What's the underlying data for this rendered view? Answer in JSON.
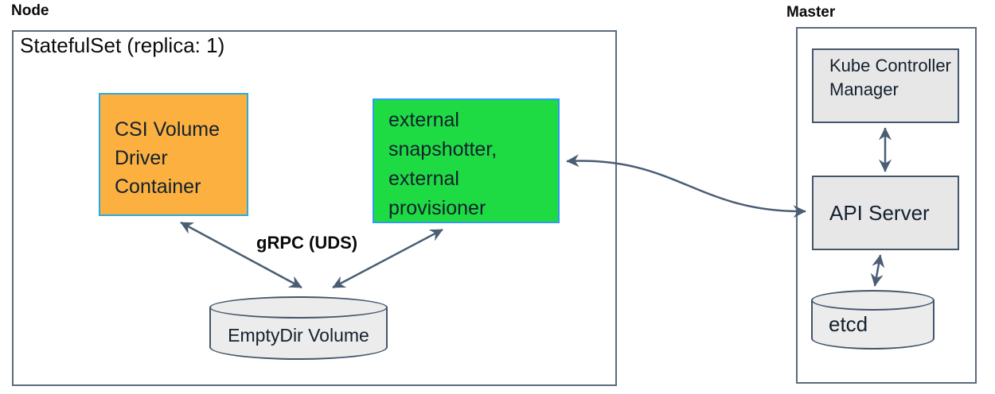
{
  "node": {
    "label": "Node",
    "statefulset_title": "StatefulSet (replica: 1)",
    "csi_box": {
      "lines": [
        "CSI Volume",
        "Driver",
        "Container"
      ],
      "fill": "#fbb040",
      "border_color": "#29abe2"
    },
    "sidecar_box": {
      "lines": [
        "external",
        "snapshotter,",
        "external",
        "provisioner"
      ],
      "fill": "#1edb44",
      "border_color": "#2d9bf0"
    },
    "grpc_label": "gRPC (UDS)",
    "emptydir_cylinder": {
      "label": "EmptyDir Volume",
      "fill": "#ececec"
    }
  },
  "master": {
    "label": "Master",
    "kube_controller_manager_box": {
      "lines": [
        "Kube",
        "Controller",
        "Manager"
      ],
      "fill": "#e7e7e7"
    },
    "api_server_box": {
      "label": "API Server",
      "fill": "#e7e7e7"
    },
    "etcd_cylinder": {
      "label": "etcd",
      "fill": "#ececec"
    }
  },
  "colors": {
    "arrow": "#4a5d73",
    "outer_border": "#5a6b7d",
    "inner_border": "#44566a",
    "text": "#13202e"
  }
}
